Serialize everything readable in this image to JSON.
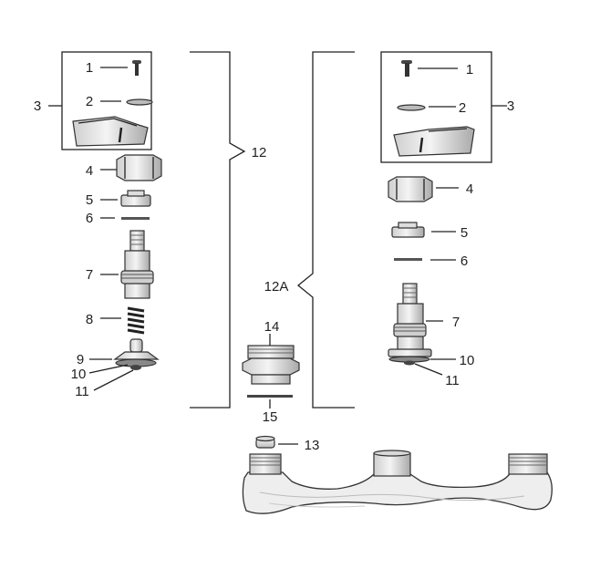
{
  "callouts": {
    "left_1": "1",
    "left_2": "2",
    "left_3": "3",
    "left_4": "4",
    "left_5": "5",
    "left_6": "6",
    "left_7": "7",
    "left_8": "8",
    "left_9": "9",
    "left_10": "10",
    "left_11": "11",
    "left_12": "12",
    "right_1": "1",
    "right_2": "2",
    "right_3": "3",
    "right_4": "4",
    "right_5": "5",
    "right_6": "6",
    "right_7": "7",
    "right_10": "10",
    "right_11": "11",
    "right_12a": "12A",
    "center_13": "13",
    "center_14": "14",
    "center_15": "15"
  }
}
